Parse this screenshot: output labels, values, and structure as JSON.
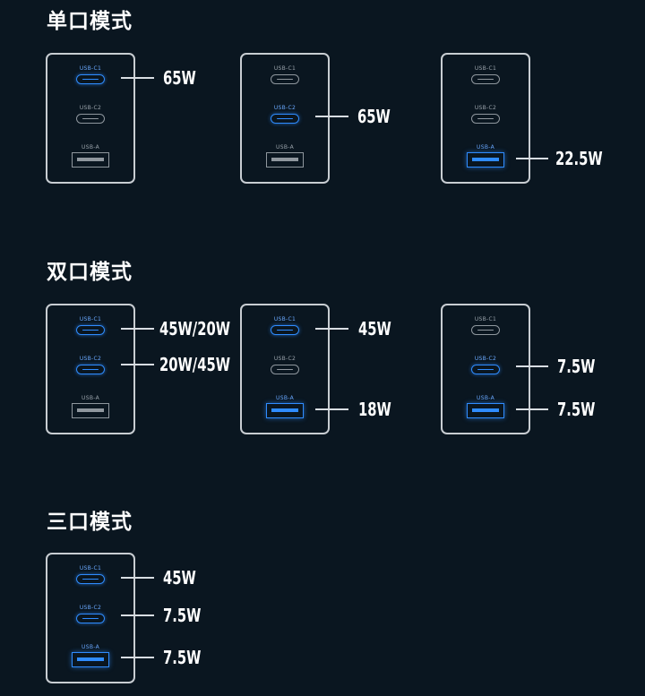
{
  "sections": [
    {
      "title": "单口模式"
    },
    {
      "title": "双口模式"
    },
    {
      "title": "三口模式"
    }
  ],
  "port_labels": {
    "c1": "USB-C1",
    "c2": "USB-C2",
    "a": "USB-A"
  },
  "colors": {
    "background": "#0a1620",
    "active": "#2f8cff",
    "inactive": "#8f979e",
    "frame": "#c8cdd2"
  },
  "modes": {
    "single": [
      {
        "active": [
          "c1"
        ],
        "outputs": {
          "c1": "65W"
        }
      },
      {
        "active": [
          "c2"
        ],
        "outputs": {
          "c2": "65W"
        }
      },
      {
        "active": [
          "a"
        ],
        "outputs": {
          "a": "22.5W"
        }
      }
    ],
    "dual": [
      {
        "active": [
          "c1",
          "c2"
        ],
        "outputs": {
          "c1": "45W/20W",
          "c2": "20W/45W"
        }
      },
      {
        "active": [
          "c1",
          "a"
        ],
        "outputs": {
          "c1": "45W",
          "a": "18W"
        }
      },
      {
        "active": [
          "c2",
          "a"
        ],
        "outputs": {
          "c2": "7.5W",
          "a": "7.5W"
        }
      }
    ],
    "triple": [
      {
        "active": [
          "c1",
          "c2",
          "a"
        ],
        "outputs": {
          "c1": "45W",
          "c2": "7.5W",
          "a": "7.5W"
        }
      }
    ]
  }
}
